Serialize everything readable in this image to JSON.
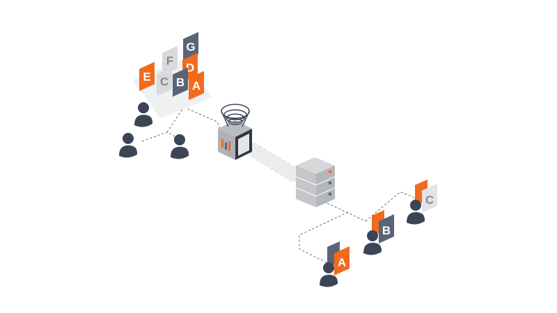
{
  "colors": {
    "orange": "#f26b1d",
    "slate": "#5a6478",
    "light": "#d9dadc",
    "person": "#3b4556",
    "machine": "#c9cbce",
    "dark": "#2f3645"
  },
  "source_tiles": [
    "E",
    "F",
    "C",
    "G",
    "D",
    "B",
    "A"
  ],
  "output_tiles": [
    "A",
    "B",
    "C"
  ]
}
